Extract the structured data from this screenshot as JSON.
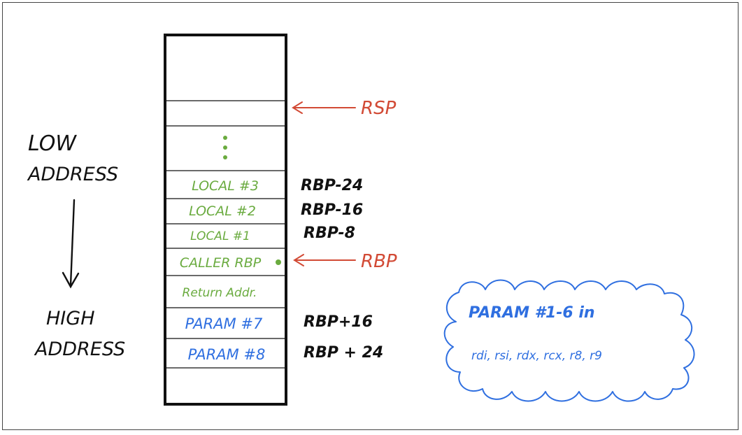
{
  "labels": {
    "low": "LOW",
    "low_address": "ADDRESS",
    "high": "HIGH",
    "high_address": "ADDRESS",
    "rsp": "RSP",
    "rbp": "RBP"
  },
  "stack": {
    "dots": "⋮",
    "rows": [
      {
        "text": "LOCAL #3",
        "color": "green",
        "offset": "RBP-24"
      },
      {
        "text": "LOCAL #2",
        "color": "green",
        "offset": "RBP-16"
      },
      {
        "text": "LOCAL #1",
        "color": "green",
        "offset": "RBP-8"
      },
      {
        "text": "CALLER RBP",
        "color": "green",
        "offset": ""
      },
      {
        "text": "Return Addr.",
        "color": "green",
        "offset": ""
      },
      {
        "text": "PARAM #7",
        "color": "blue",
        "offset": "RBP+16"
      },
      {
        "text": "PARAM #8",
        "color": "blue",
        "offset": "RBP + 24"
      }
    ]
  },
  "cloud": {
    "title": "PARAM #1-6  in",
    "regs": "rdi, rsi, rdx, rcx, r8, r9"
  },
  "colors": {
    "green": "#6aab3f",
    "blue": "#2f6fe0",
    "red": "#d24a35",
    "black": "#111111"
  }
}
